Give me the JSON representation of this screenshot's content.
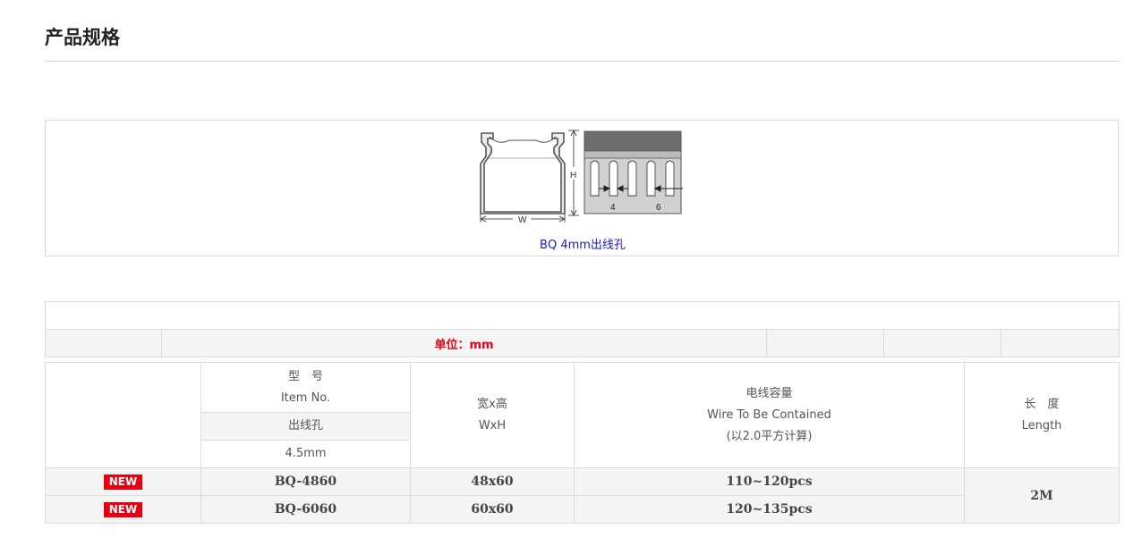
{
  "page": {
    "title": "产品规格"
  },
  "diagram": {
    "label_w": "W",
    "label_h": "H",
    "label_4": "4",
    "label_6": "6",
    "caption": "BQ 4mm出线孔"
  },
  "units": {
    "label": "单位：mm"
  },
  "table": {
    "header": {
      "item_cn": "型　号",
      "item_en": "Item No.",
      "hole_cn": "出线孔",
      "hole_size": "4.5mm",
      "wh_cn": "宽x高",
      "wh_en": "WxH",
      "wire_cn": "电线容量",
      "wire_en": "Wire To Be Contained",
      "wire_note": "(以2.0平方计算)",
      "length_cn": "长　度",
      "length_en": "Length"
    },
    "rows": [
      {
        "badge": "NEW",
        "model": "BQ-4860",
        "size": "48x60",
        "capacity": "110~120pcs"
      },
      {
        "badge": "NEW",
        "model": "BQ-6060",
        "size": "60x60",
        "capacity": "120~135pcs"
      }
    ],
    "length_value": "2M"
  }
}
